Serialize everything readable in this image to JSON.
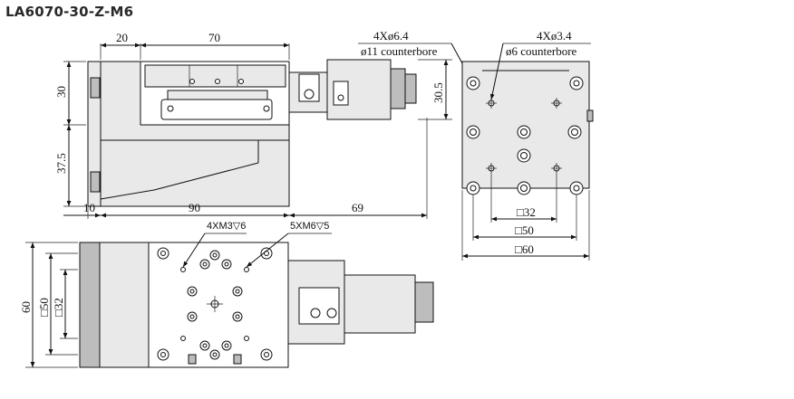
{
  "title": "LA6070-30-Z-M6",
  "dimensions": {
    "d20": "20",
    "d70": "70",
    "d30": "30",
    "d37_5": "37.5",
    "d10": "10",
    "d90": "90",
    "d69": "69",
    "d30_5": "30.5",
    "d60": "60",
    "d50_left": "□50",
    "d32_left": "□32",
    "d32_right": "□32",
    "d50_right": "□50",
    "d60_right": "□60"
  },
  "callouts": {
    "hole_large": "4Xø6.4",
    "counterbore_large": "ø11 counterbore",
    "hole_small": "4Xø3.4",
    "counterbore_small": "ø6 counterbore",
    "thread_m3": "4XM3▽6",
    "thread_m6": "5XM6▽5"
  }
}
